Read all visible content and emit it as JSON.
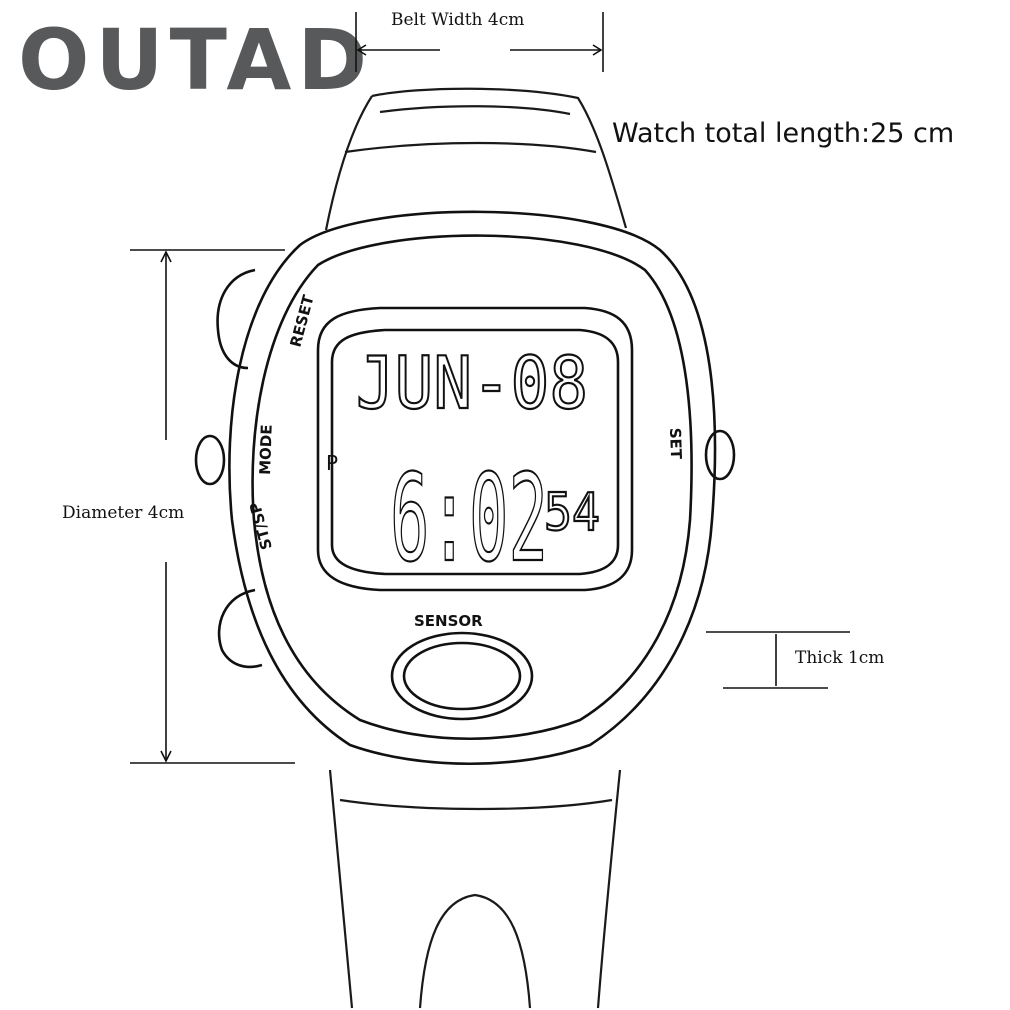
{
  "brand": {
    "logo": "OUTAD"
  },
  "dimensions": {
    "belt_width": "Belt Width 4cm",
    "total_length": "Watch total length:25 cm",
    "diameter": "Diameter 4cm",
    "thickness": "Thick 1cm"
  },
  "watch_labels": {
    "reset": "RESET",
    "mode": "MODE",
    "set": "SET",
    "st_sp": "ST/SP",
    "sensor": "SENSOR"
  },
  "display": {
    "date": "JUN-08",
    "pm_indicator": "P",
    "time": "6:02",
    "seconds": "54"
  },
  "colors": {
    "logo": "#58595b",
    "line": "#111111",
    "background": "#ffffff"
  }
}
